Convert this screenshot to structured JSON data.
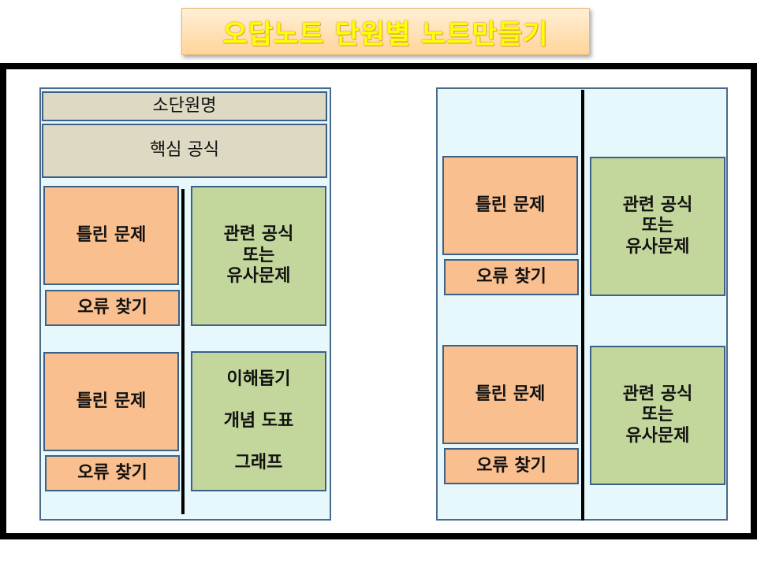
{
  "title": "오답노트 단원별 노트만들기",
  "left": {
    "subunit_label": "소단원명",
    "core_formula_label": "핵심 공식",
    "wrong_problem_1": "틀린 문제",
    "find_error_1": "오류 찾기",
    "wrong_problem_2": "틀린 문제",
    "find_error_2": "오류 찾기",
    "related_formula": "관련 공식\n또는\n유사문제",
    "understanding_aids": "이해돕기\n\n개념 도표\n\n그래프"
  },
  "right": {
    "wrong_problem_1": "틀린 문제",
    "find_error_1": "오류 찾기",
    "related_formula_1": "관련 공식\n또는\n유사문제",
    "wrong_problem_2": "틀린 문제",
    "find_error_2": "오류 찾기",
    "related_formula_2": "관련 공식\n또는\n유사문제"
  },
  "colors": {
    "title_text": "#ffff00",
    "panel_bg": "#e6f8fc",
    "orange_box": "#f9bf8f",
    "green_box": "#c3d69b",
    "gray_box": "#ddd9c3",
    "box_border": "#3c6088"
  }
}
